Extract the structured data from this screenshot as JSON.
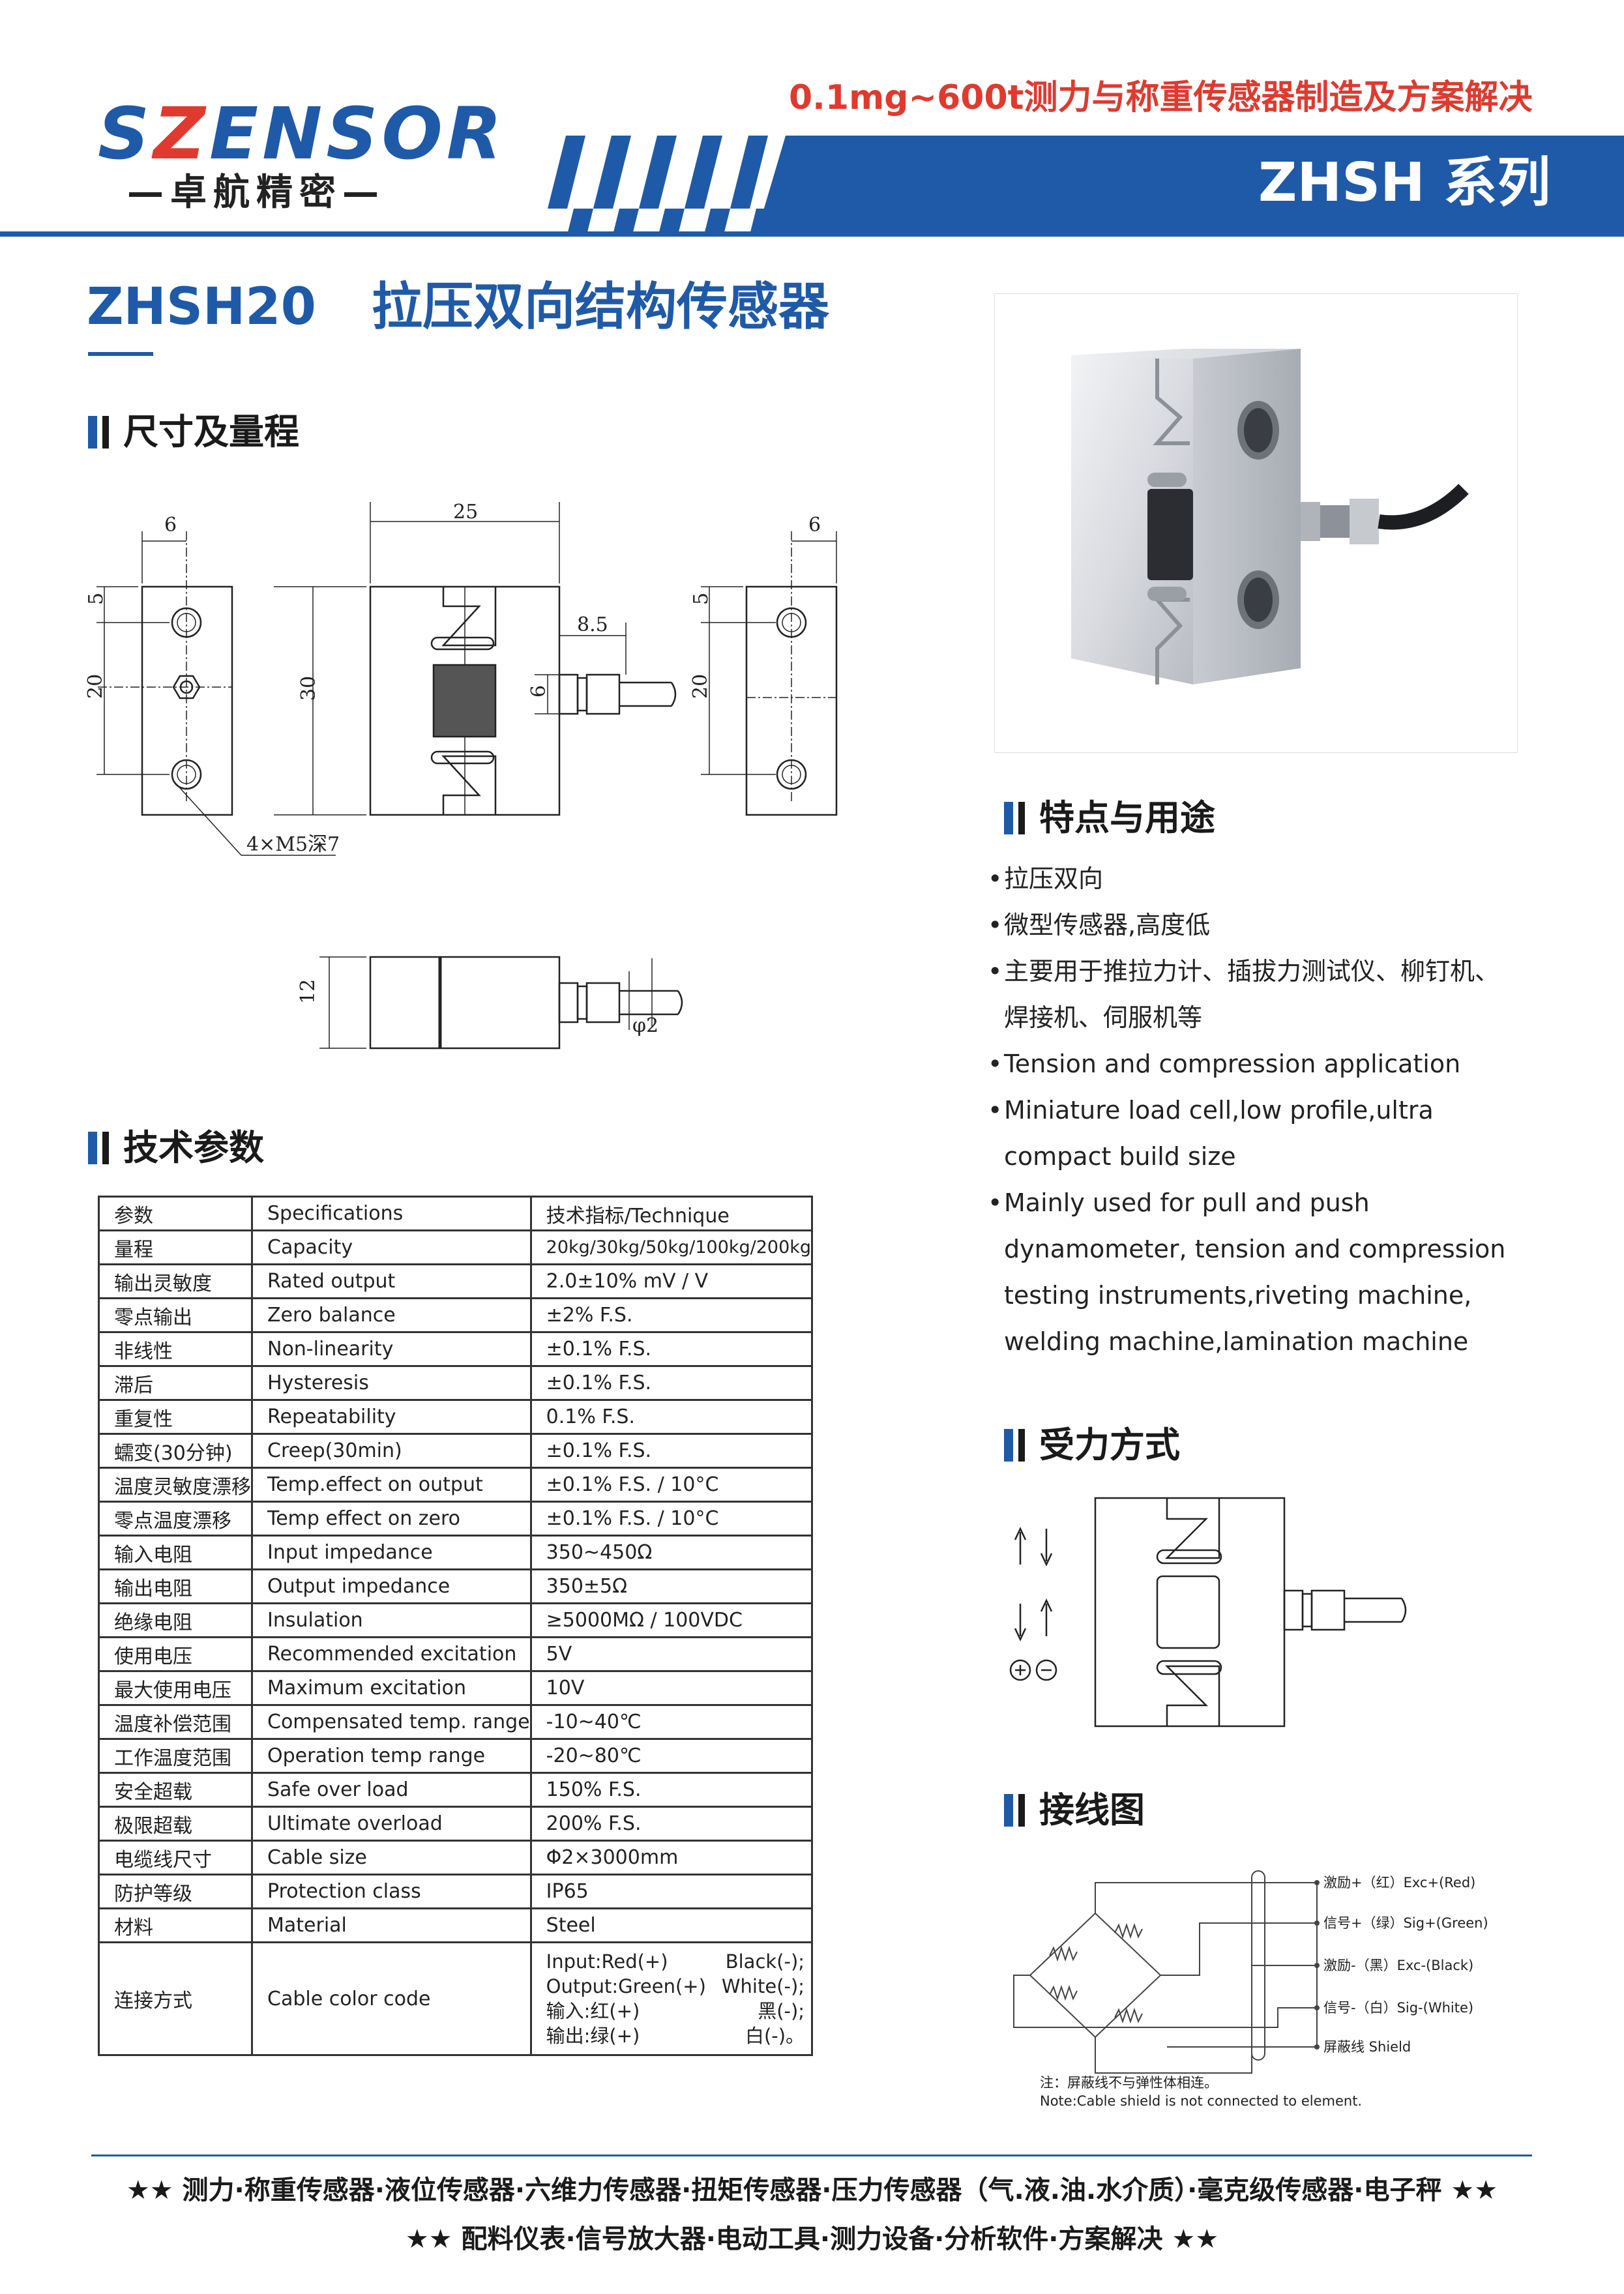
{
  "header": {
    "logo_text_a": "S",
    "logo_text_z": "Z",
    "logo_text_b": "ENSOR",
    "logo_sub": "—卓航精密—",
    "slogan": "0.1mg~600t测力与称重传感器制造及方案解决",
    "series": "ZHSH 系列"
  },
  "title": {
    "model": "ZHSH20",
    "name": "拉压双向结构传感器"
  },
  "sections": {
    "dimensions": "尺寸及量程",
    "specs": "技术参数",
    "features": "特点与用途",
    "loading": "受力方式",
    "wiring": "接线图"
  },
  "dimension_labels": {
    "d6a": "6",
    "d25": "25",
    "d6b": "6",
    "d5a": "5",
    "d20a": "20",
    "d30": "30",
    "d85": "8.5",
    "d6c": "6",
    "d5b": "5",
    "d20b": "20",
    "holes": "4×M5深7",
    "d12": "12",
    "dphi2": "φ2"
  },
  "specs": [
    [
      "参数",
      "Specifications",
      "技术指标/Technique"
    ],
    [
      "量程",
      "Capacity",
      "20kg/30kg/50kg/100kg/200kg"
    ],
    [
      "输出灵敏度",
      "Rated output",
      "2.0±10%  mV / V"
    ],
    [
      "零点输出",
      "Zero balance",
      "±2% F.S."
    ],
    [
      "非线性",
      "Non-linearity",
      "±0.1% F.S."
    ],
    [
      "滞后",
      "Hysteresis",
      "±0.1% F.S."
    ],
    [
      "重复性",
      "Repeatability",
      "0.1% F.S."
    ],
    [
      "蠕变(30分钟)",
      "Creep(30min)",
      "±0.1% F.S."
    ],
    [
      "温度灵敏度漂移",
      "Temp.effect on output",
      "±0.1% F.S. / 10°C"
    ],
    [
      "零点温度漂移",
      "Temp effect on zero",
      "±0.1% F.S. / 10°C"
    ],
    [
      "输入电阻",
      "Input impedance",
      "350~450Ω"
    ],
    [
      "输出电阻",
      "Output impedance",
      "350±5Ω"
    ],
    [
      "绝缘电阻",
      "Insulation",
      "≥5000MΩ / 100VDC"
    ],
    [
      "使用电压",
      "Recommended excitation",
      "5V"
    ],
    [
      "最大使用电压",
      "Maximum excitation",
      "10V"
    ],
    [
      "温度补偿范围",
      "Compensated temp. range",
      "-10~40℃"
    ],
    [
      "工作温度范围",
      "Operation temp range",
      "-20~80℃"
    ],
    [
      "安全超载",
      "Safe over load",
      "150% F.S."
    ],
    [
      "极限超载",
      "Ultimate overload",
      "200% F.S."
    ],
    [
      "电缆线尺寸",
      "Cable size",
      "Φ2×3000mm"
    ],
    [
      "防护等级",
      "Protection class",
      "IP65"
    ],
    [
      "材料",
      "Material",
      "Steel"
    ]
  ],
  "connection": {
    "label_cn": "连接方式",
    "label_en": "Cable color code",
    "lines": [
      [
        "Input:Red(+)",
        "Black(-);"
      ],
      [
        "Output:Green(+)",
        "White(-);"
      ],
      [
        "输入:红(+)",
        "黑(-);"
      ],
      [
        "输出:绿(+)",
        "白(-)。"
      ]
    ]
  },
  "features": [
    "拉压双向",
    "微型传感器,高度低",
    "主要用于推拉力计、插拔力测试仪、柳钉机、",
    "焊接机、伺服机等",
    "Tension and compression application",
    "Miniature load cell,low profile,ultra",
    "compact build size",
    "Mainly used for pull and push",
    "dynamometer, tension and compression",
    "testing  instruments,riveting machine,",
    "welding machine,lamination machine"
  ],
  "loading_symbols": {
    "plus": "+",
    "minus": "−"
  },
  "wiring": {
    "lines": [
      "激励+（红）Exc+(Red)",
      "信号+（绿）Sig+(Green)",
      "激励-（黑）Exc-(Black)",
      "信号-（白）Sig-(White)",
      "屏蔽线  Shield"
    ],
    "note_cn": "注：屏蔽线不与弹性体相连。",
    "note_en": "Note:Cable shield is not connected to element."
  },
  "footer": {
    "line1": "★★ 测力·称重传感器·液位传感器·六维力传感器·扭矩传感器·压力传感器（气.液.油.水介质）·毫克级传感器·电子秤 ★★",
    "line2": "★★ 配料仪表·信号放大器·电动工具·测力设备·分析软件·方案解决 ★★"
  },
  "colors": {
    "brand_blue": "#1f5aa8",
    "accent_red": "#e03a2f"
  }
}
